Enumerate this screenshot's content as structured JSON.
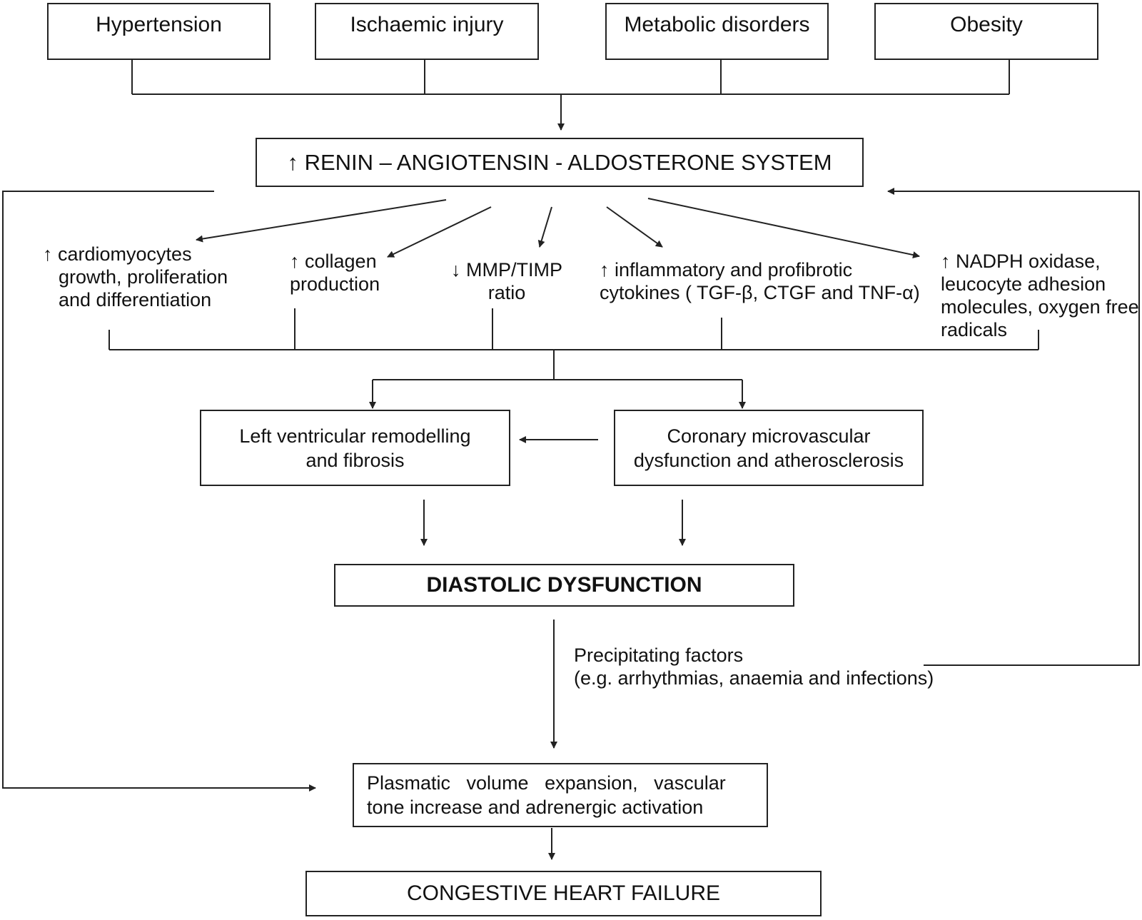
{
  "causes": [
    "Hypertension",
    "Ischaemic injury",
    "Metabolic disorders",
    "Obesity"
  ],
  "raas": "↑ RENIN – ANGIOTENSIN - ALDOSTERONE SYSTEM",
  "effects": {
    "cardiomyocytes": [
      "↑ cardiomyocytes",
      "growth, proliferation",
      "and differentiation"
    ],
    "collagen": [
      "↑ collagen",
      "production"
    ],
    "mmp": [
      "↓ MMP/TIMP",
      "ratio"
    ],
    "cytokines": [
      "↑ inflammatory and profibrotic",
      "cytokines ( TGF-β, CTGF and TNF-α)"
    ],
    "nadph": [
      "↑ NADPH oxidase,",
      "leucocyte adhesion",
      "molecules, oxygen free",
      "radicals"
    ]
  },
  "lv": [
    "Left ventricular  remodelling",
    "and fibrosis"
  ],
  "coronary": [
    "Coronary microvascular",
    "dysfunction and atherosclerosis"
  ],
  "diastolic": "DIASTOLIC DYSFUNCTION",
  "precipitating": [
    "Precipitating factors",
    "(e.g. arrhythmias, anaemia and infections)"
  ],
  "plasmatic": [
    "Plasmatic   volume   expansion,   vascular",
    "tone increase and adrenergic activation"
  ],
  "chf": "CONGESTIVE HEART FAILURE"
}
